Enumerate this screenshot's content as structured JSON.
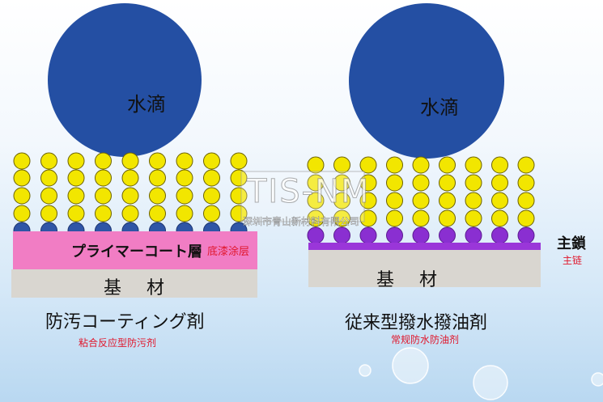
{
  "left": {
    "droplet_label": "水滴",
    "primer_label": "プライマーコート層",
    "primer_sublabel": "底漆涂层",
    "substrate_label": "基 材",
    "caption": "防汚コーティング剤",
    "caption_sub": "粘合反应型防污剂"
  },
  "right": {
    "droplet_label": "水滴",
    "substrate_label": "基 材",
    "caption": "従来型撥水撥油剤",
    "caption_sub": "常规防水防油剂",
    "main_chain_label": "主鎖",
    "main_chain_sublabel": "主链"
  },
  "watermark": {
    "text": "TIS-NM",
    "subtext": "深圳市青山新材料有限公司"
  },
  "colors": {
    "droplet": "#244fa3",
    "molecule": "#f2e600",
    "anchor_left": "#2f55a6",
    "anchor_right": "#8a2fd1",
    "primer": "#f17dc4",
    "substrate": "#d9d6d0",
    "main_chain": "#9a36d9"
  }
}
